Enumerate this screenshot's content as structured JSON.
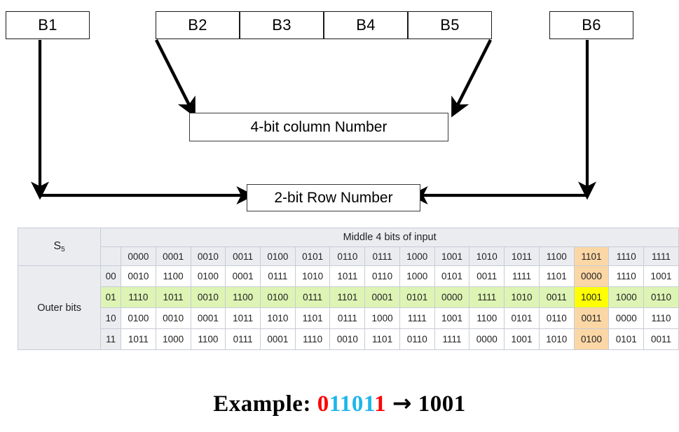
{
  "diagram": {
    "input_bits": [
      {
        "label": "B1",
        "group": "left"
      },
      {
        "label": "B2",
        "group": "middle"
      },
      {
        "label": "B3",
        "group": "middle"
      },
      {
        "label": "B4",
        "group": "middle"
      },
      {
        "label": "B5",
        "group": "middle"
      },
      {
        "label": "B6",
        "group": "right"
      }
    ],
    "column_box_label": "4-bit column Number",
    "row_box_label": "2-bit Row Number"
  },
  "table": {
    "corner_label": "S",
    "corner_sub": "5",
    "span_header": "Middle 4 bits of input",
    "outer_label": "Outer bits",
    "column_headers": [
      "0000",
      "0001",
      "0010",
      "0011",
      "0100",
      "0101",
      "0110",
      "0111",
      "1000",
      "1001",
      "1010",
      "1011",
      "1100",
      "1101",
      "1110",
      "1111"
    ],
    "highlight_column_index": 13,
    "highlight_row_index": 1,
    "highlight_col_color": "#fbd7a5",
    "highlight_row_color": "#ddf4b4",
    "highlight_cell_color": "#ffff00",
    "rows": [
      {
        "label": "00",
        "values": [
          "0010",
          "1100",
          "0100",
          "0001",
          "0111",
          "1010",
          "1011",
          "0110",
          "1000",
          "0101",
          "0011",
          "1111",
          "1101",
          "0000",
          "1110",
          "1001"
        ]
      },
      {
        "label": "01",
        "values": [
          "1110",
          "1011",
          "0010",
          "1100",
          "0100",
          "0111",
          "1101",
          "0001",
          "0101",
          "0000",
          "1111",
          "1010",
          "0011",
          "1001",
          "1000",
          "0110"
        ]
      },
      {
        "label": "10",
        "values": [
          "0100",
          "0010",
          "0001",
          "1011",
          "1010",
          "1101",
          "0111",
          "1000",
          "1111",
          "1001",
          "1100",
          "0101",
          "0110",
          "0011",
          "0000",
          "1110"
        ]
      },
      {
        "label": "11",
        "values": [
          "1011",
          "1000",
          "1100",
          "0111",
          "0001",
          "1110",
          "0010",
          "1101",
          "0110",
          "1111",
          "0000",
          "1001",
          "1010",
          "0100",
          "0101",
          "0011"
        ]
      }
    ]
  },
  "example": {
    "prefix": "Example: ",
    "outer_first": "0",
    "middle": "1101",
    "outer_last": "1",
    "arrow": "→",
    "result": "1001"
  }
}
